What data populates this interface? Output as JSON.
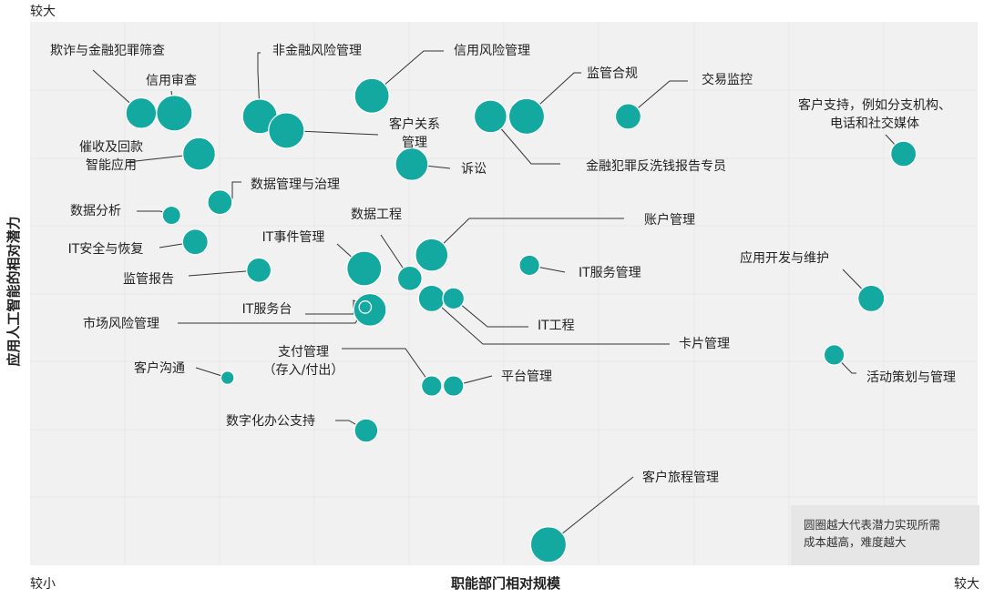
{
  "colors": {
    "bubble": "#13a8a0",
    "leader": "#333333",
    "grid": "#e6e6e6",
    "plot_bg": "#f1f1f1",
    "note_bg": "#e6e6e6"
  },
  "chart_data": {
    "type": "scatter",
    "title": "",
    "xlabel": "职能部门相对规模",
    "ylabel": "应用人工智能的相对潜力",
    "x_low_label": "较小",
    "x_high_label": "较大",
    "y_high_label": "较大",
    "xlim": [
      0,
      100
    ],
    "ylim": [
      0,
      100
    ],
    "grid": true,
    "note": [
      "圆圈越大代表潜力实现所需",
      "成本越高，难度越大"
    ],
    "legend": "bottom-right",
    "points": [
      {
        "id": "fraud-1",
        "x": 11.7,
        "y": 83.2,
        "size": 3.0
      },
      {
        "id": "credit-review",
        "x": 15.2,
        "y": 83.2,
        "size": 3.5
      },
      {
        "id": "nonfin-risk",
        "x": 24.2,
        "y": 82.6,
        "size": 3.4
      },
      {
        "id": "cust-rel-mgmt",
        "x": 27.0,
        "y": 80.0,
        "size": 3.5
      },
      {
        "id": "credit-risk",
        "x": 36.0,
        "y": 86.4,
        "size": 3.4
      },
      {
        "id": "compliance",
        "x": 48.5,
        "y": 82.6,
        "size": 3.2
      },
      {
        "id": "aml",
        "x": 52.3,
        "y": 82.6,
        "size": 3.5
      },
      {
        "id": "trade-monitor",
        "x": 63.0,
        "y": 82.6,
        "size": 2.5
      },
      {
        "id": "customer-support",
        "x": 92.0,
        "y": 75.7,
        "size": 2.5
      },
      {
        "id": "collections",
        "x": 17.8,
        "y": 75.7,
        "size": 3.2
      },
      {
        "id": "litigation",
        "x": 40.2,
        "y": 73.8,
        "size": 3.2
      },
      {
        "id": "data-governance",
        "x": 20.0,
        "y": 66.8,
        "size": 2.4
      },
      {
        "id": "data-analysis",
        "x": 14.9,
        "y": 64.4,
        "size": 1.8
      },
      {
        "id": "it-security",
        "x": 17.4,
        "y": 59.5,
        "size": 2.5
      },
      {
        "id": "account-mgmt",
        "x": 42.3,
        "y": 57.1,
        "size": 3.2
      },
      {
        "id": "data-engineering",
        "x": 40.0,
        "y": 52.8,
        "size": 2.4
      },
      {
        "id": "it-incident",
        "x": 35.2,
        "y": 54.6,
        "size": 3.4
      },
      {
        "id": "it-service-mgmt",
        "x": 52.6,
        "y": 55.2,
        "size": 2.0
      },
      {
        "id": "app-dev",
        "x": 88.6,
        "y": 49.1,
        "size": 2.6
      },
      {
        "id": "supervisory-report",
        "x": 24.1,
        "y": 54.3,
        "size": 2.4
      },
      {
        "id": "card-mgmt",
        "x": 42.3,
        "y": 49.1,
        "size": 2.6
      },
      {
        "id": "it-engineering",
        "x": 44.6,
        "y": 49.1,
        "size": 2.1
      },
      {
        "id": "it-service-desk",
        "x": 35.8,
        "y": 47.0,
        "size": 3.2
      },
      {
        "id": "market-risk",
        "x": 35.3,
        "y": 47.5,
        "size": 1.2
      },
      {
        "id": "campaign-mgmt",
        "x": 84.7,
        "y": 38.7,
        "size": 2.0
      },
      {
        "id": "cust-comm",
        "x": 20.8,
        "y": 34.5,
        "size": 1.3
      },
      {
        "id": "payment-mgmt",
        "x": 42.3,
        "y": 33.0,
        "size": 2.0
      },
      {
        "id": "platform-mgmt",
        "x": 44.6,
        "y": 33.0,
        "size": 2.0
      },
      {
        "id": "digital-office",
        "x": 35.4,
        "y": 24.8,
        "size": 2.3
      },
      {
        "id": "cx-journey",
        "x": 54.6,
        "y": 3.8,
        "size": 3.5
      }
    ],
    "labels": [
      {
        "id": "lbl-fraud",
        "lines": [
          "欺诈与金融犯罪筛查"
        ]
      },
      {
        "id": "lbl-credit-review",
        "lines": [
          "信用审查"
        ]
      },
      {
        "id": "lbl-nonfin",
        "lines": [
          "非金融风险管理"
        ]
      },
      {
        "id": "lbl-credit-risk",
        "lines": [
          "信用风险管理"
        ]
      },
      {
        "id": "lbl-compliance",
        "lines": [
          "监管合规"
        ]
      },
      {
        "id": "lbl-trade",
        "lines": [
          "交易监控"
        ]
      },
      {
        "id": "lbl-support",
        "lines": [
          "客户支持，例如分支机构、",
          "电话和社交媒体"
        ]
      },
      {
        "id": "lbl-cust-rel",
        "lines": [
          "客户关系",
          "管理"
        ]
      },
      {
        "id": "lbl-collections",
        "lines": [
          "催收及回款",
          "智能应用"
        ]
      },
      {
        "id": "lbl-litigation",
        "lines": [
          "诉讼"
        ]
      },
      {
        "id": "lbl-aml",
        "lines": [
          "金融犯罪反洗钱报告专员"
        ]
      },
      {
        "id": "lbl-data-gov",
        "lines": [
          "数据管理与治理"
        ]
      },
      {
        "id": "lbl-data-analysis",
        "lines": [
          "数据分析"
        ]
      },
      {
        "id": "lbl-data-eng",
        "lines": [
          "数据工程"
        ]
      },
      {
        "id": "lbl-account",
        "lines": [
          "账户管理"
        ]
      },
      {
        "id": "lbl-it-security",
        "lines": [
          "IT安全与恢复"
        ]
      },
      {
        "id": "lbl-it-incident",
        "lines": [
          "IT事件管理"
        ]
      },
      {
        "id": "lbl-app-dev",
        "lines": [
          "应用开发与维护"
        ]
      },
      {
        "id": "lbl-supervisory",
        "lines": [
          "监管报告"
        ]
      },
      {
        "id": "lbl-it-service-mgmt",
        "lines": [
          "IT服务管理"
        ]
      },
      {
        "id": "lbl-it-desk",
        "lines": [
          "IT服务台"
        ]
      },
      {
        "id": "lbl-market-risk",
        "lines": [
          "市场风险管理"
        ]
      },
      {
        "id": "lbl-it-eng",
        "lines": [
          "IT工程"
        ]
      },
      {
        "id": "lbl-card",
        "lines": [
          "卡片管理"
        ]
      },
      {
        "id": "lbl-campaign",
        "lines": [
          "活动策划与管理"
        ]
      },
      {
        "id": "lbl-payment",
        "lines": [
          "支付管理",
          "（存入/付出）"
        ]
      },
      {
        "id": "lbl-cust-comm",
        "lines": [
          "客户沟通"
        ]
      },
      {
        "id": "lbl-platform",
        "lines": [
          "平台管理"
        ]
      },
      {
        "id": "lbl-digital-office",
        "lines": [
          "数字化办公支持"
        ]
      },
      {
        "id": "lbl-cx",
        "lines": [
          "客户旅程管理"
        ]
      }
    ]
  }
}
